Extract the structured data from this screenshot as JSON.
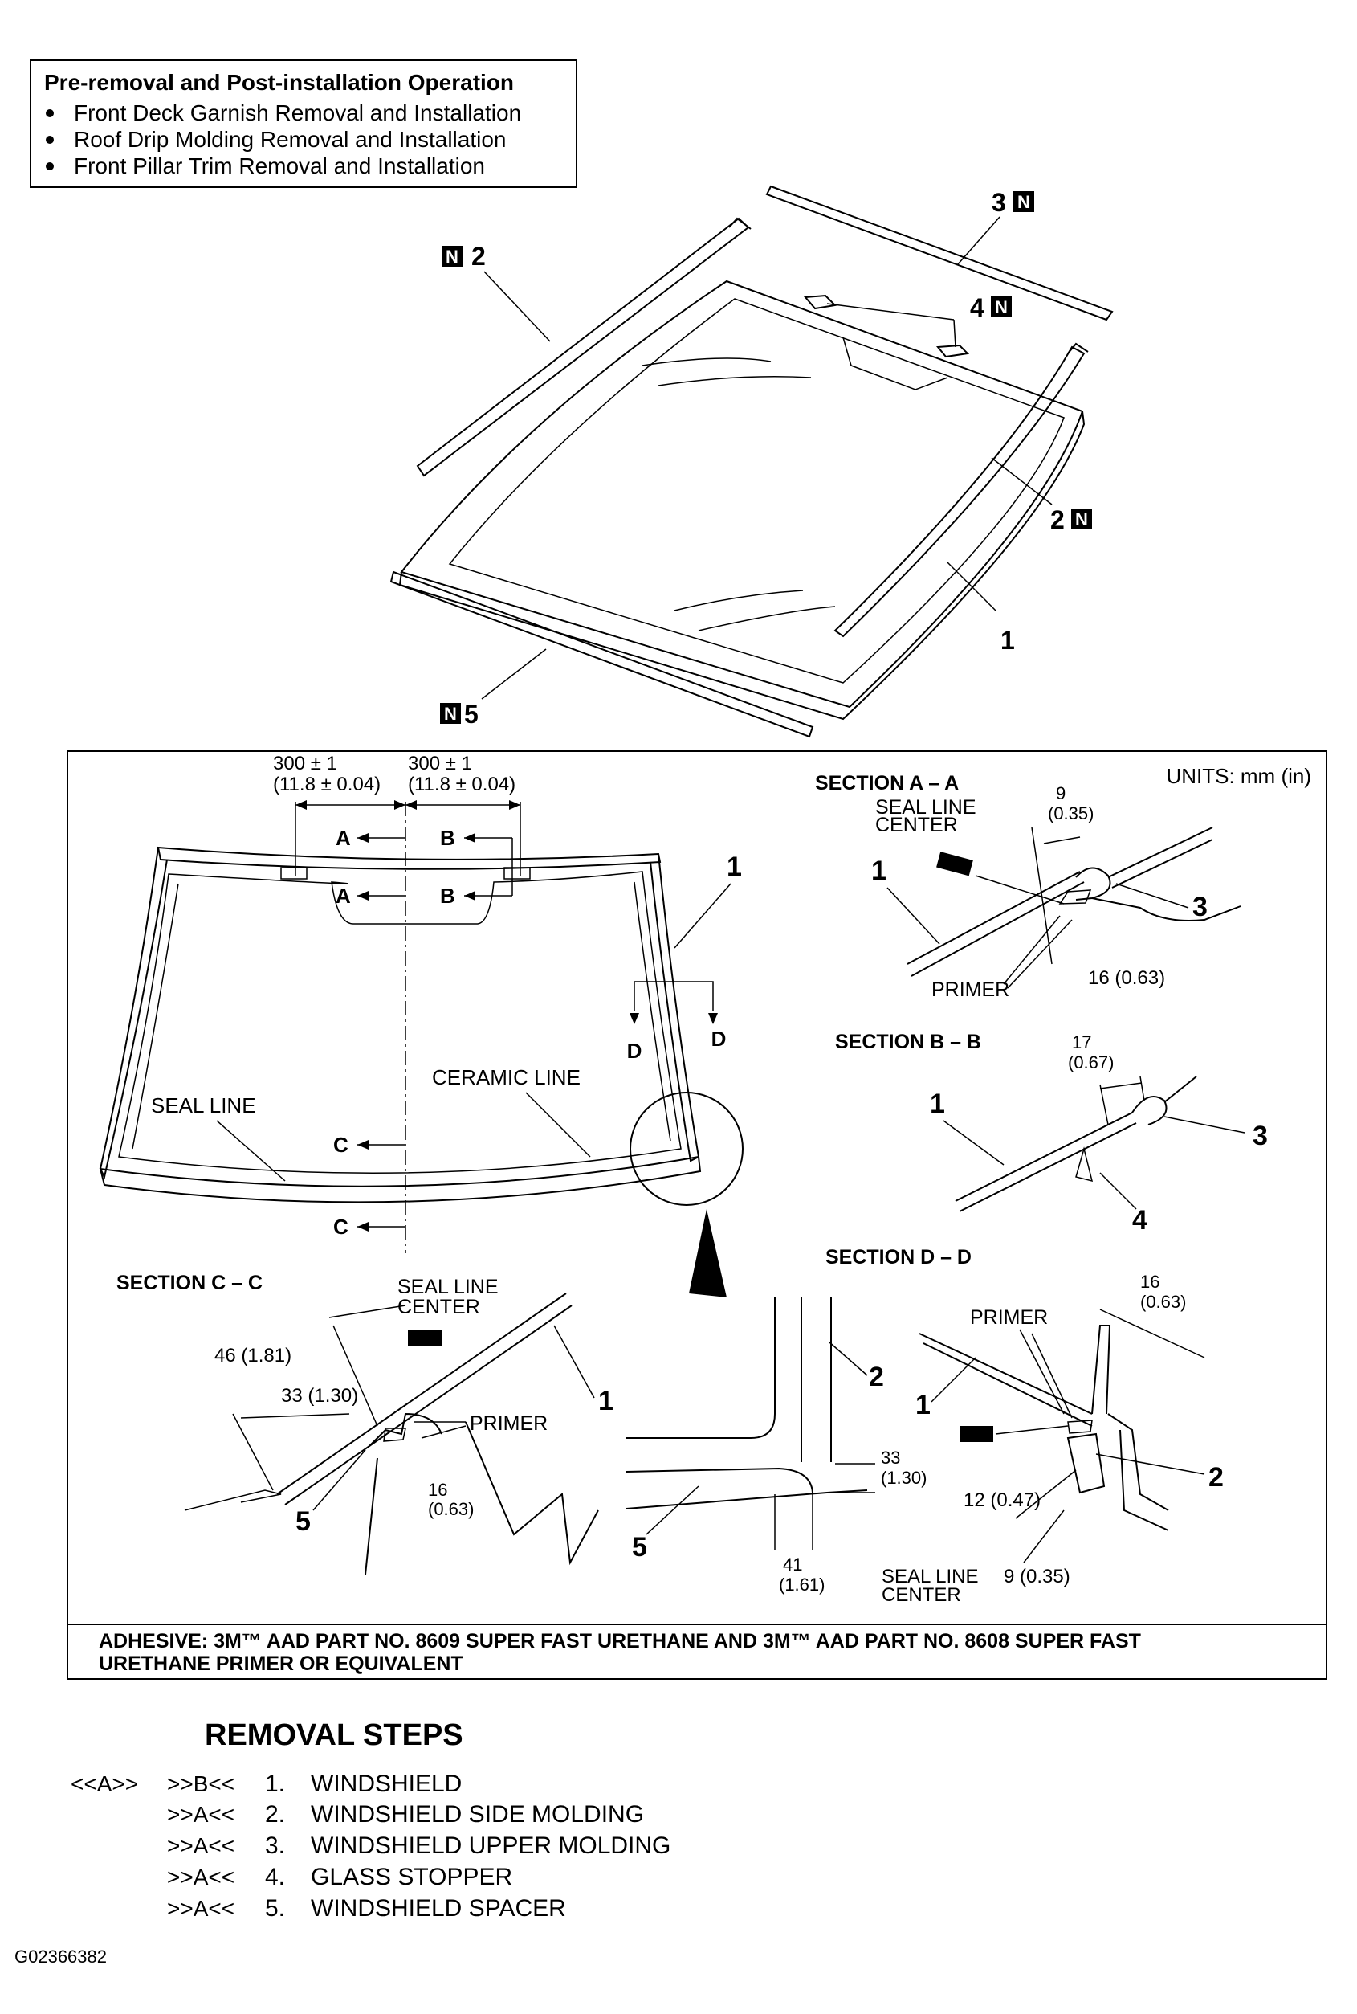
{
  "note_box": {
    "title": "Pre-removal and Post-installation Operation",
    "items": [
      "Front Deck Garnish Removal and Installation",
      "Roof Drip Molding Removal and Installation",
      "Front Pillar Trim Removal and Installation"
    ]
  },
  "parts_view": {
    "callouts": [
      "2",
      "3",
      "4",
      "2",
      "1",
      "5"
    ],
    "new_mark": "N"
  },
  "detail": {
    "units": "UNITS: mm (in)",
    "dim_left": {
      "value": "300 ± 1",
      "inch": "(11.8 ± 0.04)"
    },
    "dim_right": {
      "value": "300 ± 1",
      "inch": "(11.8 ± 0.04)"
    },
    "sec_marks": {
      "a": "A",
      "b": "B",
      "c": "C",
      "d": "D"
    },
    "labels": {
      "seal_line": "SEAL LINE",
      "ceramic_line": "CERAMIC LINE",
      "seal_line_center_1": "SEAL LINE",
      "seal_line_center_2": "CENTER",
      "primer": "PRIMER"
    },
    "part_1": "1",
    "part_2": "2",
    "part_3": "3",
    "part_4": "4",
    "part_5": "5",
    "section_aa": {
      "title": "SECTION A – A",
      "dim_9": "9",
      "dim_9in": "(0.35)",
      "dim_16": "16 (0.63)"
    },
    "section_bb": {
      "title": "SECTION B – B",
      "dim_17": "17",
      "dim_17in": "(0.67)"
    },
    "section_cc": {
      "title": "SECTION C – C",
      "dim_46": "46 (1.81)",
      "dim_33": "33 (1.30)",
      "dim_16": "16",
      "dim_16in": "(0.63)"
    },
    "section_dd": {
      "title": "SECTION D – D",
      "dim_16": "16",
      "dim_16in": "(0.63)",
      "dim_12": "12 (0.47)",
      "dim_9": "9 (0.35)"
    },
    "corner_detail": {
      "dim_33": "33",
      "dim_33in": "(1.30)",
      "dim_41": "41",
      "dim_41in": "(1.61)"
    },
    "adhesive_1": "ADHESIVE: 3M™ AAD PART NO. 8609 SUPER FAST URETHANE AND 3M™ AAD PART NO. 8608 SUPER FAST",
    "adhesive_2": "URETHANE PRIMER OR EQUIVALENT"
  },
  "removal": {
    "heading": "REMOVAL STEPS",
    "steps": [
      {
        "pre": "<<A>>",
        "post": ">>B<<",
        "num": "1.",
        "label": "WINDSHIELD"
      },
      {
        "pre": "",
        "post": ">>A<<",
        "num": "2.",
        "label": "WINDSHIELD SIDE MOLDING"
      },
      {
        "pre": "",
        "post": ">>A<<",
        "num": "3.",
        "label": "WINDSHIELD UPPER MOLDING"
      },
      {
        "pre": "",
        "post": ">>A<<",
        "num": "4.",
        "label": "GLASS STOPPER"
      },
      {
        "pre": "",
        "post": ">>A<<",
        "num": "5.",
        "label": "WINDSHIELD SPACER"
      }
    ]
  },
  "figure_id": "G02366382"
}
